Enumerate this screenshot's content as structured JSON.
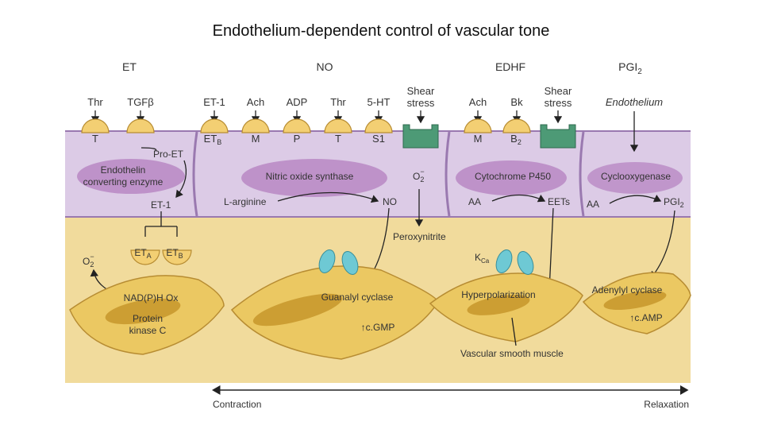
{
  "slide": {
    "title": "Endothelium-dependent control of vascular tone"
  },
  "pathways": {
    "et": "ET",
    "no": "NO",
    "edhf": "EDHF",
    "pgi2_base": "PGI",
    "pgi2_sub": "2"
  },
  "stimuli": {
    "thr1": "Thr",
    "tgf": "TGFβ",
    "et1": "ET-1",
    "ach1": "Ach",
    "adp": "ADP",
    "thr2": "Thr",
    "ht5": "5-HT",
    "shear1_l1": "Shear",
    "shear1_l2": "stress",
    "ach2": "Ach",
    "bk": "Bk",
    "shear2_l1": "Shear",
    "shear2_l2": "stress",
    "endothelium": "Endothelium"
  },
  "receptors": {
    "t1": "T",
    "etb_base": "ET",
    "etb_sub": "B",
    "m1": "M",
    "p": "P",
    "t2": "T",
    "s1": "S1",
    "m2": "M",
    "b2_base": "B",
    "b2_sub": "2"
  },
  "endothelium_labels": {
    "pro_et": "Pro-ET",
    "ece_l1": "Endothelin",
    "ece_l2": "converting enzyme",
    "et1_out": "ET-1",
    "nos": "Nitric oxide synthase",
    "l_arginine": "L-arginine",
    "no": "NO",
    "o2_base": "O",
    "o2_sub": "2",
    "o2_sup": "−",
    "cyp": "Cytochrome P450",
    "aa1": "AA",
    "eets": "EETs",
    "cox": "Cyclooxygenase",
    "aa2": "AA",
    "pgi2_base": "PGI",
    "pgi2_sub": "2"
  },
  "smooth_muscle_labels": {
    "peroxynitrite": "Peroxynitrite",
    "eta_base": "ET",
    "eta_sub": "A",
    "etb_base": "ET",
    "etb_sub": "B",
    "o2_base": "O",
    "o2_sub": "2",
    "o2_sup": "−",
    "nadph": "NAD(P)H Ox",
    "pkc_l1": "Protein",
    "pkc_l2": "kinase C",
    "guanylyl": "Guanalyl cyclase",
    "cgmp": "↑c.GMP",
    "kca_base": "K",
    "kca_sub": "Ca",
    "hyperpolarization": "Hyperpolarization",
    "adenylyl": "Adenylyl cyclase",
    "camp": "↑c.AMP",
    "vsm": "Vascular smooth muscle"
  },
  "axis": {
    "left": "Contraction",
    "right": "Relaxation"
  },
  "colors": {
    "endothelium": "#dccbe6",
    "endothelium_border": "#9a79b0",
    "nucleus": "#b47fbf",
    "receptor": "#f3cf73",
    "receptor_border": "#b78c32",
    "shear_sensor": "#4d9a76",
    "smooth_bg": "#f1db9c",
    "smooth_cell": "#ebc862",
    "smooth_nucleus": "#c49328",
    "channel": "#6ec9d4",
    "arrow": "#222222"
  }
}
